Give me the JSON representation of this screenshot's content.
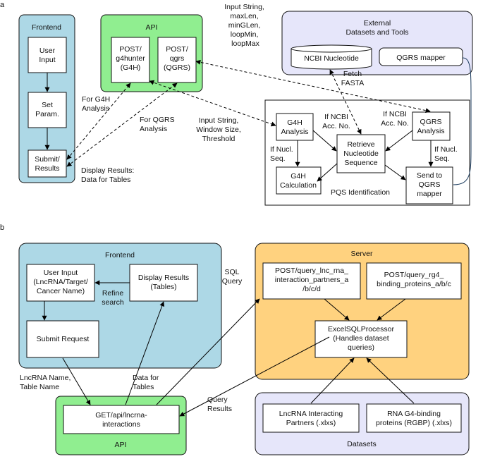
{
  "panel_a": {
    "label": "a",
    "frontend": {
      "title": "Frontend",
      "user_input": [
        "User",
        "Input"
      ],
      "set_param": [
        "Set",
        "Param."
      ],
      "submit_results": [
        "Submit/",
        "Results"
      ]
    },
    "api": {
      "title": "API",
      "g4hunter": [
        "POST/",
        "g4hunter",
        "(G4H)"
      ],
      "qgrs": [
        "POST/",
        "qgrs",
        "(QGRS)"
      ]
    },
    "external": {
      "title": [
        "External",
        "Datasets and Tools"
      ],
      "ncbi": "NCBI Nucleotide",
      "qgrs_mapper": "QGRS mapper"
    },
    "pqs": {
      "title": "PQS Identification",
      "g4h_analysis": [
        "G4H",
        "Analysis"
      ],
      "g4h_calc": [
        "G4H",
        "Calculation"
      ],
      "retrieve": [
        "Retrieve",
        "Nucleotide",
        "Sequence"
      ],
      "qgrs_analysis": [
        "QGRS",
        "Analysis"
      ],
      "send_qgrs": [
        "Send to",
        "QGRS",
        "mapper"
      ]
    },
    "labels": {
      "input_string_qgrs": [
        "Input String,",
        "maxLen,",
        "minGLen,",
        "loopMin,",
        "loopMax"
      ],
      "fetch_fasta": [
        "Fetch",
        "FASTA"
      ],
      "for_g4h": [
        "For G4H",
        "Analysis"
      ],
      "for_qgrs": [
        "For QGRS",
        "Analysis"
      ],
      "input_string_g4h": [
        "Input String,",
        "Window Size,",
        "Threshold"
      ],
      "display_results": [
        "Display Results:",
        "Data for Tables"
      ],
      "ncbi_acc_left": [
        "If NCBI",
        "Acc. No."
      ],
      "ncbi_acc_right": [
        "If NCBI",
        "Acc. No."
      ],
      "nucl_seq_left": [
        "If Nucl.",
        "Seq."
      ],
      "nucl_seq_right": [
        "If Nucl.",
        "Seq."
      ]
    }
  },
  "panel_b": {
    "label": "b",
    "frontend": {
      "title": "Frontend",
      "user_input": [
        "User Input",
        "(LncRNA/Target/",
        "Cancer Name)"
      ],
      "display_results": [
        "Display Results",
        "(Tables)"
      ],
      "submit_request": "Submit Request"
    },
    "server": {
      "title": "Server",
      "query_lnc": [
        "POST/query_lnc_rna_",
        "interaction_partners_a",
        "/b/c/d"
      ],
      "query_rg4": [
        "POST/query_rg4_",
        "binding_proteins_a/b/c"
      ],
      "processor": [
        "ExcelSQLProcessor",
        "(Handles dataset",
        "queries)"
      ]
    },
    "api": {
      "title": "API",
      "endpoint": [
        "GET/api/lncrna-",
        "interactions"
      ]
    },
    "datasets": {
      "title": "Datasets",
      "lnc_partners": [
        "LncRNA Interacting",
        "Partners (.xlxs)"
      ],
      "rgbp": [
        "RNA G4-binding",
        "proteins (RGBP) (.xlxs)"
      ]
    },
    "labels": {
      "refine_search": [
        "Refine",
        "search"
      ],
      "sql_query": [
        "SQL",
        "Query"
      ],
      "lncrna_name": [
        "LncRNA Name,",
        "Table Name"
      ],
      "data_for_tables": [
        "Data for",
        "Tables"
      ],
      "query_results": [
        "Query",
        "Results"
      ]
    }
  },
  "colors": {
    "frontend_fill": "#add8e6",
    "api_fill": "#90ee90",
    "external_fill": "#e6e6fa",
    "server_fill": "#ffd27f",
    "line": "#1a3a5c"
  }
}
